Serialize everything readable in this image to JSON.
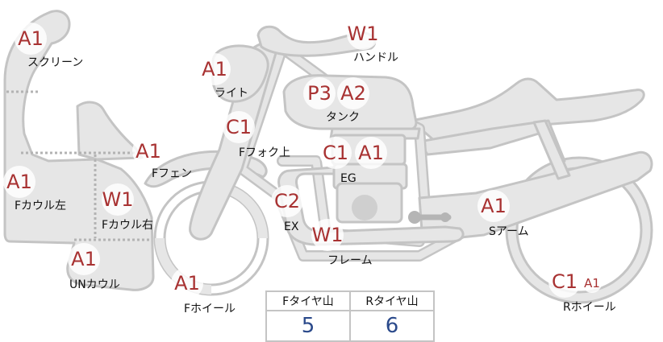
{
  "parts": [
    {
      "id": "screen",
      "label": "スクリーン",
      "grade": "A1"
    },
    {
      "id": "light",
      "label": "ライト",
      "grade": "A1"
    },
    {
      "id": "handle",
      "label": "ハンドル",
      "grade": "W1"
    },
    {
      "id": "tank",
      "label": "タンク",
      "grades": [
        "P3",
        "A2"
      ]
    },
    {
      "id": "front-fork",
      "label": "Fフォク上",
      "grade": "C1"
    },
    {
      "id": "front-fender",
      "label": "Fフェン",
      "grade": "A1"
    },
    {
      "id": "engine",
      "label": "EG",
      "grades": [
        "C1",
        "A1"
      ]
    },
    {
      "id": "cowl-left",
      "label": "Fカウル左",
      "grade": "A1"
    },
    {
      "id": "cowl-right",
      "label": "Fカウル右",
      "grade": "W1"
    },
    {
      "id": "exhaust",
      "label": "EX",
      "grade": "C2"
    },
    {
      "id": "frame",
      "label": "フレーム",
      "grade": "W1"
    },
    {
      "id": "swingarm",
      "label": "Sアーム",
      "grade": "A1"
    },
    {
      "id": "under-cowl",
      "label": "UNカウル",
      "grade": "A1"
    },
    {
      "id": "front-wheel",
      "label": "Fホイール",
      "grade": "A1"
    },
    {
      "id": "rear-wheel",
      "label": "Rホイール",
      "grades": [
        "C1",
        "A1"
      ]
    }
  ],
  "tread_table": {
    "headers": [
      "Fタイヤ山",
      "Rタイヤ山"
    ],
    "values": [
      "5",
      "6"
    ]
  },
  "colors": {
    "body_fill": "#e6e6e6",
    "body_stroke": "#c4c4c4",
    "grade_text": "#a83232",
    "table_value": "#2b4a8b"
  }
}
